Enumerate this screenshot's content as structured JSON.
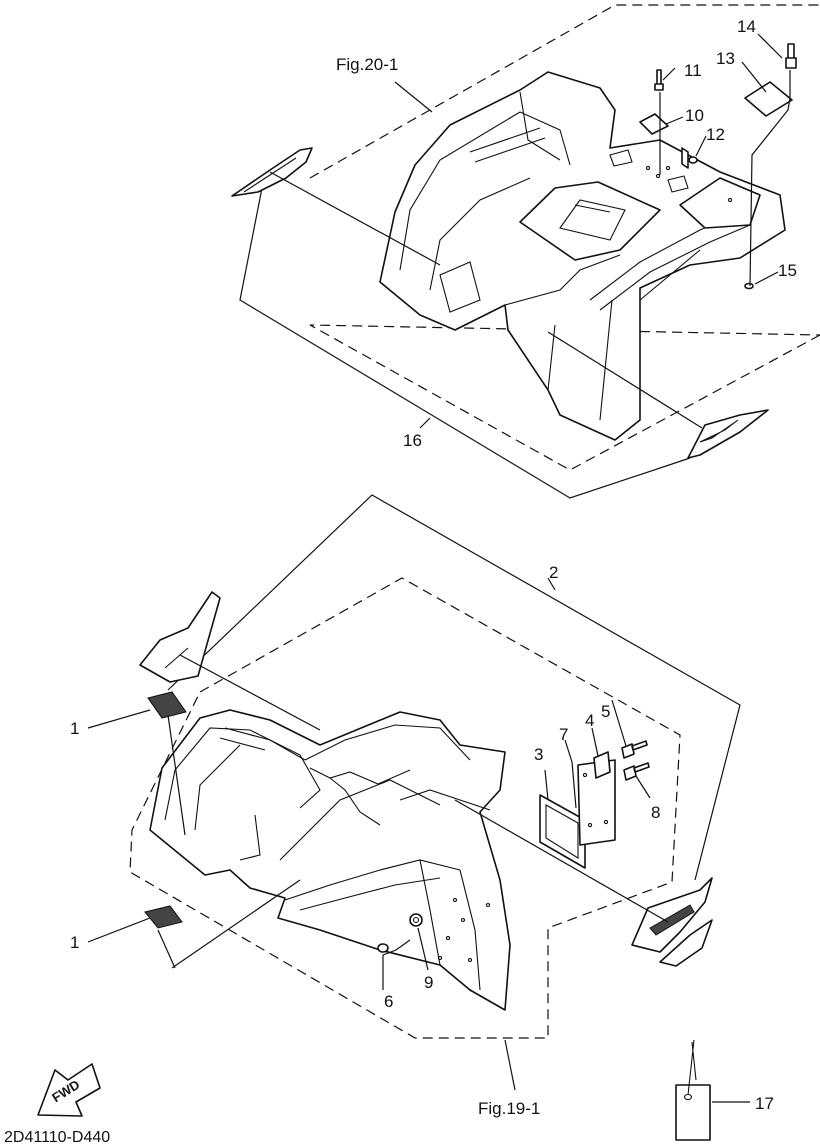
{
  "diagram": {
    "drawing_code": "2D41110-D440",
    "fig_labels": {
      "upper": "Fig.20-1",
      "lower": "Fig.19-1"
    },
    "fwd_label": "FWD",
    "callouts": {
      "p1a": "1",
      "p1b": "1",
      "p2": "2",
      "p3": "3",
      "p4": "4",
      "p5": "5",
      "p6": "6",
      "p7": "7",
      "p8": "8",
      "p9": "9",
      "p10": "10",
      "p11": "11",
      "p12": "12",
      "p13": "13",
      "p14": "14",
      "p15": "15",
      "p16": "16",
      "p17": "17"
    }
  }
}
